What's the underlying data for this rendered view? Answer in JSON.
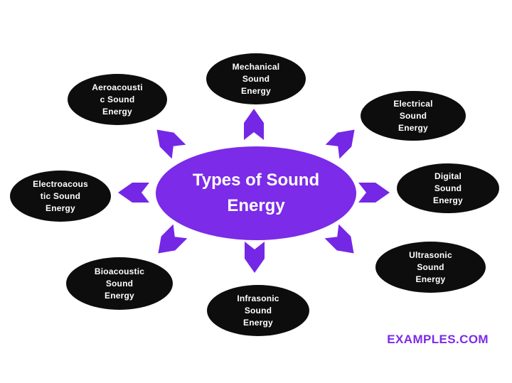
{
  "title": "Types of Sound Energy diagram",
  "center": {
    "label": "Types of Sound\nEnergy"
  },
  "nodes": [
    {
      "id": "mechanical",
      "label": "Mechanical\nSound\nEnergy"
    },
    {
      "id": "aeroacoustic",
      "label": "Aeroacousti\nc Sound\nEnergy"
    },
    {
      "id": "electrical",
      "label": "Electrical\nSound\nEnergy"
    },
    {
      "id": "electroacoustic",
      "label": "Electroacous\ntic Sound\nEnergy"
    },
    {
      "id": "digital",
      "label": "Digital\nSound\nEnergy"
    },
    {
      "id": "bioacoustic",
      "label": "Bioacoustic\nSound\nEnergy"
    },
    {
      "id": "infrasonic",
      "label": "Infrasonic\nSound\nEnergy"
    },
    {
      "id": "ultrasonic",
      "label": "Ultrasonic\nSound\nEnergy"
    }
  ],
  "arrows": [
    "up",
    "down",
    "left",
    "right",
    "up-left",
    "up-right",
    "down-left",
    "down-right"
  ],
  "watermark": {
    "text": "EXAMPLES.COM"
  },
  "colors": {
    "background": "#FFFFFF",
    "center_fill": "#7C2BE8",
    "center_text": "#FFFFFF",
    "node_fill": "#0D0D0D",
    "node_text": "#FFFFFF",
    "arrow_fill": "#7527E6",
    "watermark_color": "#7D2AE8"
  }
}
